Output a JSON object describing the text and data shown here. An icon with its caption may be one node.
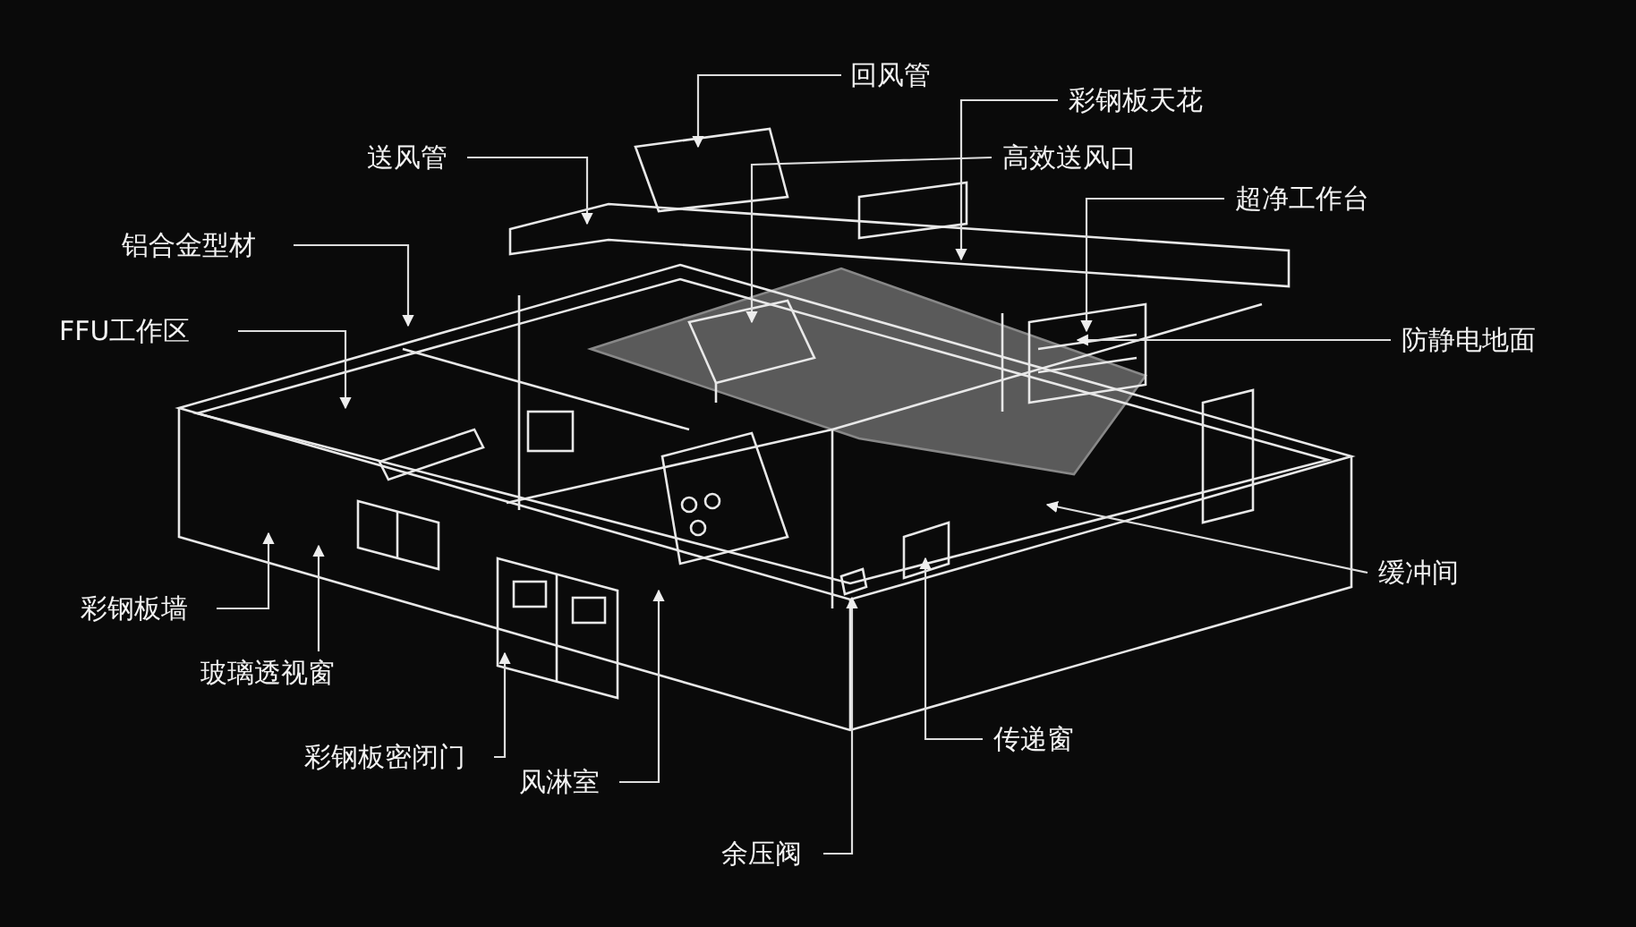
{
  "diagram": {
    "nodes": [
      {
        "text": [
          "回风管"
        ]
      },
      {
        "text": [
          "彩钢板天花"
        ]
      },
      {
        "text": [
          "送风管"
        ]
      },
      {
        "text": [
          "高效送风口"
        ]
      },
      {
        "text": [
          "超净工作台"
        ]
      },
      {
        "text": [
          "铝合金型材"
        ]
      },
      {
        "text": [
          "FFU工作区"
        ]
      },
      {
        "text": [
          "防静电地面"
        ]
      },
      {
        "text": [
          "缓冲间"
        ]
      },
      {
        "text": [
          "彩钢板墙"
        ]
      },
      {
        "text": [
          "玻璃透视窗"
        ]
      },
      {
        "text": [
          "传递窗"
        ]
      },
      {
        "text": [
          "彩钢板密闭门"
        ]
      },
      {
        "text": [
          "风淋室"
        ]
      },
      {
        "text": [
          "余压阀"
        ]
      }
    ],
    "edges": [
      {
        "from": 0,
        "to": null,
        "arrow": "to"
      },
      {
        "from": 1,
        "to": null,
        "arrow": "to"
      },
      {
        "from": 2,
        "to": null,
        "arrow": "to"
      },
      {
        "from": 3,
        "to": null,
        "arrow": "to"
      },
      {
        "from": 4,
        "to": null,
        "arrow": "to"
      },
      {
        "from": 5,
        "to": null,
        "arrow": "to"
      },
      {
        "from": 6,
        "to": null,
        "arrow": "to"
      },
      {
        "from": 7,
        "to": null,
        "arrow": "to"
      },
      {
        "from": 8,
        "to": null,
        "arrow": "to"
      },
      {
        "from": 9,
        "to": null,
        "arrow": "to"
      },
      {
        "from": 10,
        "to": null,
        "arrow": "to"
      },
      {
        "from": 11,
        "to": null,
        "arrow": "to"
      },
      {
        "from": 12,
        "to": null,
        "arrow": "to"
      },
      {
        "from": 13,
        "to": null,
        "arrow": "to"
      },
      {
        "from": 14,
        "to": null,
        "arrow": "to"
      }
    ]
  }
}
